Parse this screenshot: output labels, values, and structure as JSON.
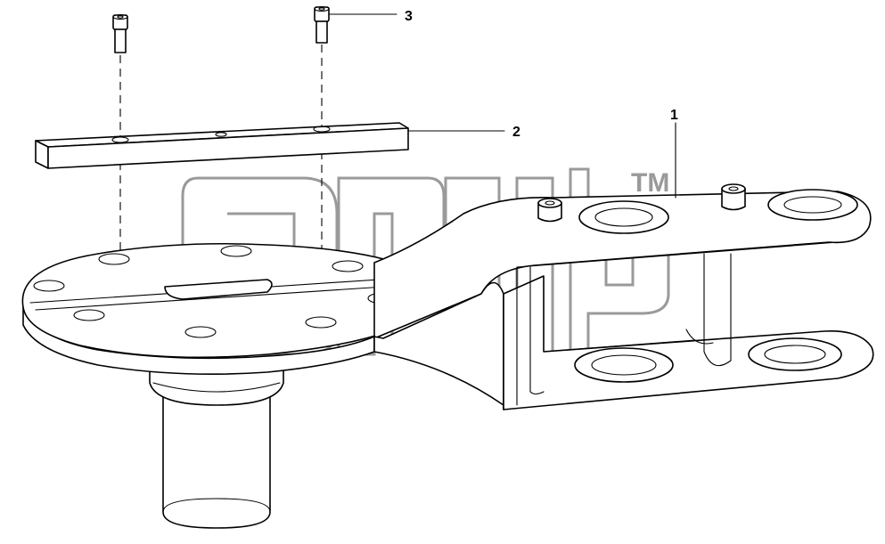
{
  "callouts": [
    {
      "id": "1",
      "label": "1"
    },
    {
      "id": "2",
      "label": "2"
    },
    {
      "id": "3",
      "label": "3"
    }
  ],
  "watermark": {
    "trademark": "TM",
    "color": "#9a9a9a"
  },
  "colors": {
    "line": "#000000",
    "background": "#ffffff"
  }
}
